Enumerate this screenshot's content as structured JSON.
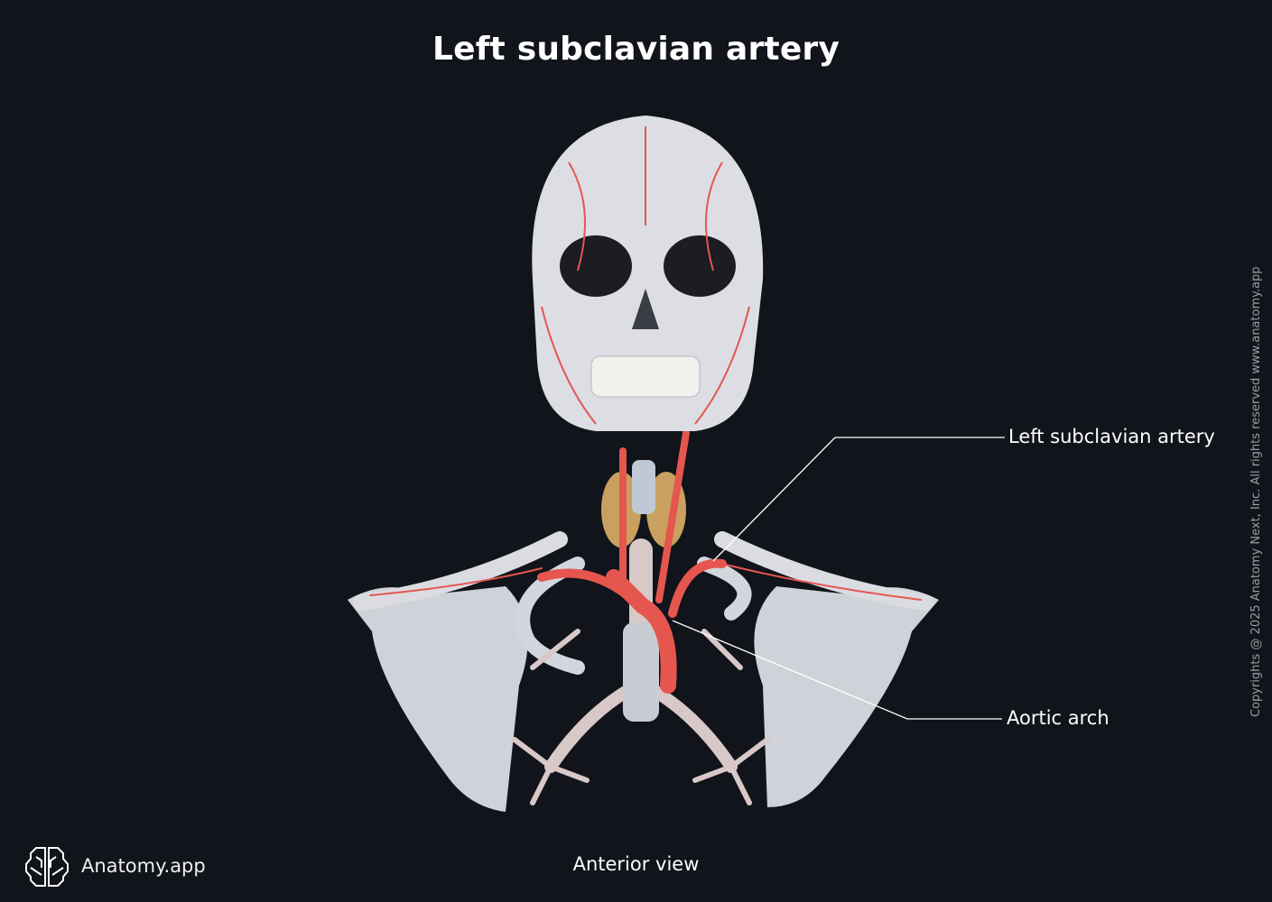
{
  "title": "Left subclavian artery",
  "labels": {
    "left_subclavian_artery": "Left subclavian artery",
    "aortic_arch": "Aortic arch"
  },
  "view": "Anterior view",
  "brand": {
    "name": "Anatomy.app",
    "icon": "brain-icon"
  },
  "copyright": "Copyrights @ 2025 Anatomy Next, Inc. All rights reserved www.anatomy.app",
  "colors": {
    "background": "#11141a",
    "bone": "#d9dbe0",
    "artery": "#e5564f",
    "thyroid": "#c9a05f",
    "leader": "#ffffff"
  }
}
